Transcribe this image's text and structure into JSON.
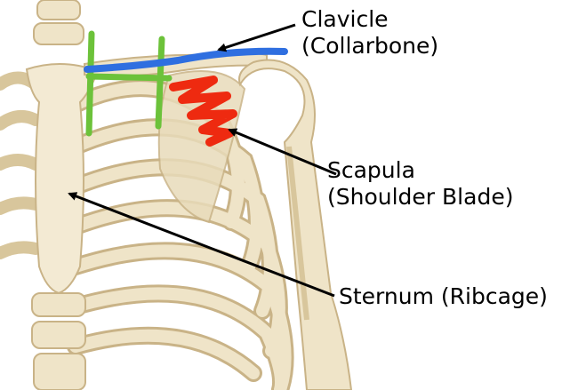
{
  "labels": {
    "clavicle": {
      "line1": "Clavicle",
      "line2": "(Collarbone)"
    },
    "scapula": {
      "line1": "Scapula",
      "line2": "(Shoulder Blade)"
    },
    "sternum": {
      "line1": "Sternum (Ribcage)"
    }
  },
  "colors": {
    "bone": "#efe4c8",
    "bone_shade": "#d8c69c",
    "bone_outline": "#b9a47a",
    "clavicle_mark": "#2f6fe0",
    "scapula_mark": "#ee2a10",
    "green_mark": "#6cc23a",
    "arrow": "#000000",
    "background": "#ffffff"
  }
}
